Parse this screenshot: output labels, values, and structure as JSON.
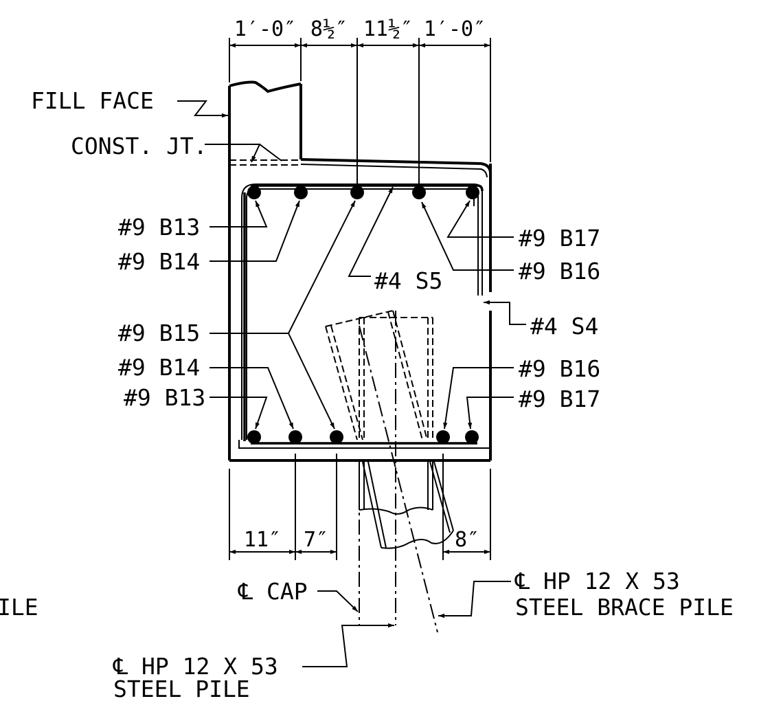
{
  "top_dimensions": [
    "1′-0″",
    "8½″",
    "11½″",
    "1′-0″"
  ],
  "bottom_dimensions": [
    "11″",
    "7″",
    "8″"
  ],
  "labels": {
    "fill_face": "FILL FACE",
    "const_jt": "CONST. JT.",
    "b13_top": "#9 B13",
    "b14_top": "#9 B14",
    "b15": "#9 B15",
    "b14_bot": "#9 B14",
    "b13_bot": "#9 B13",
    "b17_top": "#9 B17",
    "b16_top": "#9 B16",
    "s5": "#4 S5",
    "s4": "#4 S4",
    "b16_bot": "#9 B16",
    "b17_bot": "#9 B17",
    "cl_cap": "℄ CAP",
    "brace_pile_1": "℄ HP 12 X 53",
    "brace_pile_2": "STEEL BRACE PILE",
    "steel_pile_1": "℄ HP 12 X 53",
    "steel_pile_2": "STEEL PILE",
    "cut_off": "ILE"
  }
}
